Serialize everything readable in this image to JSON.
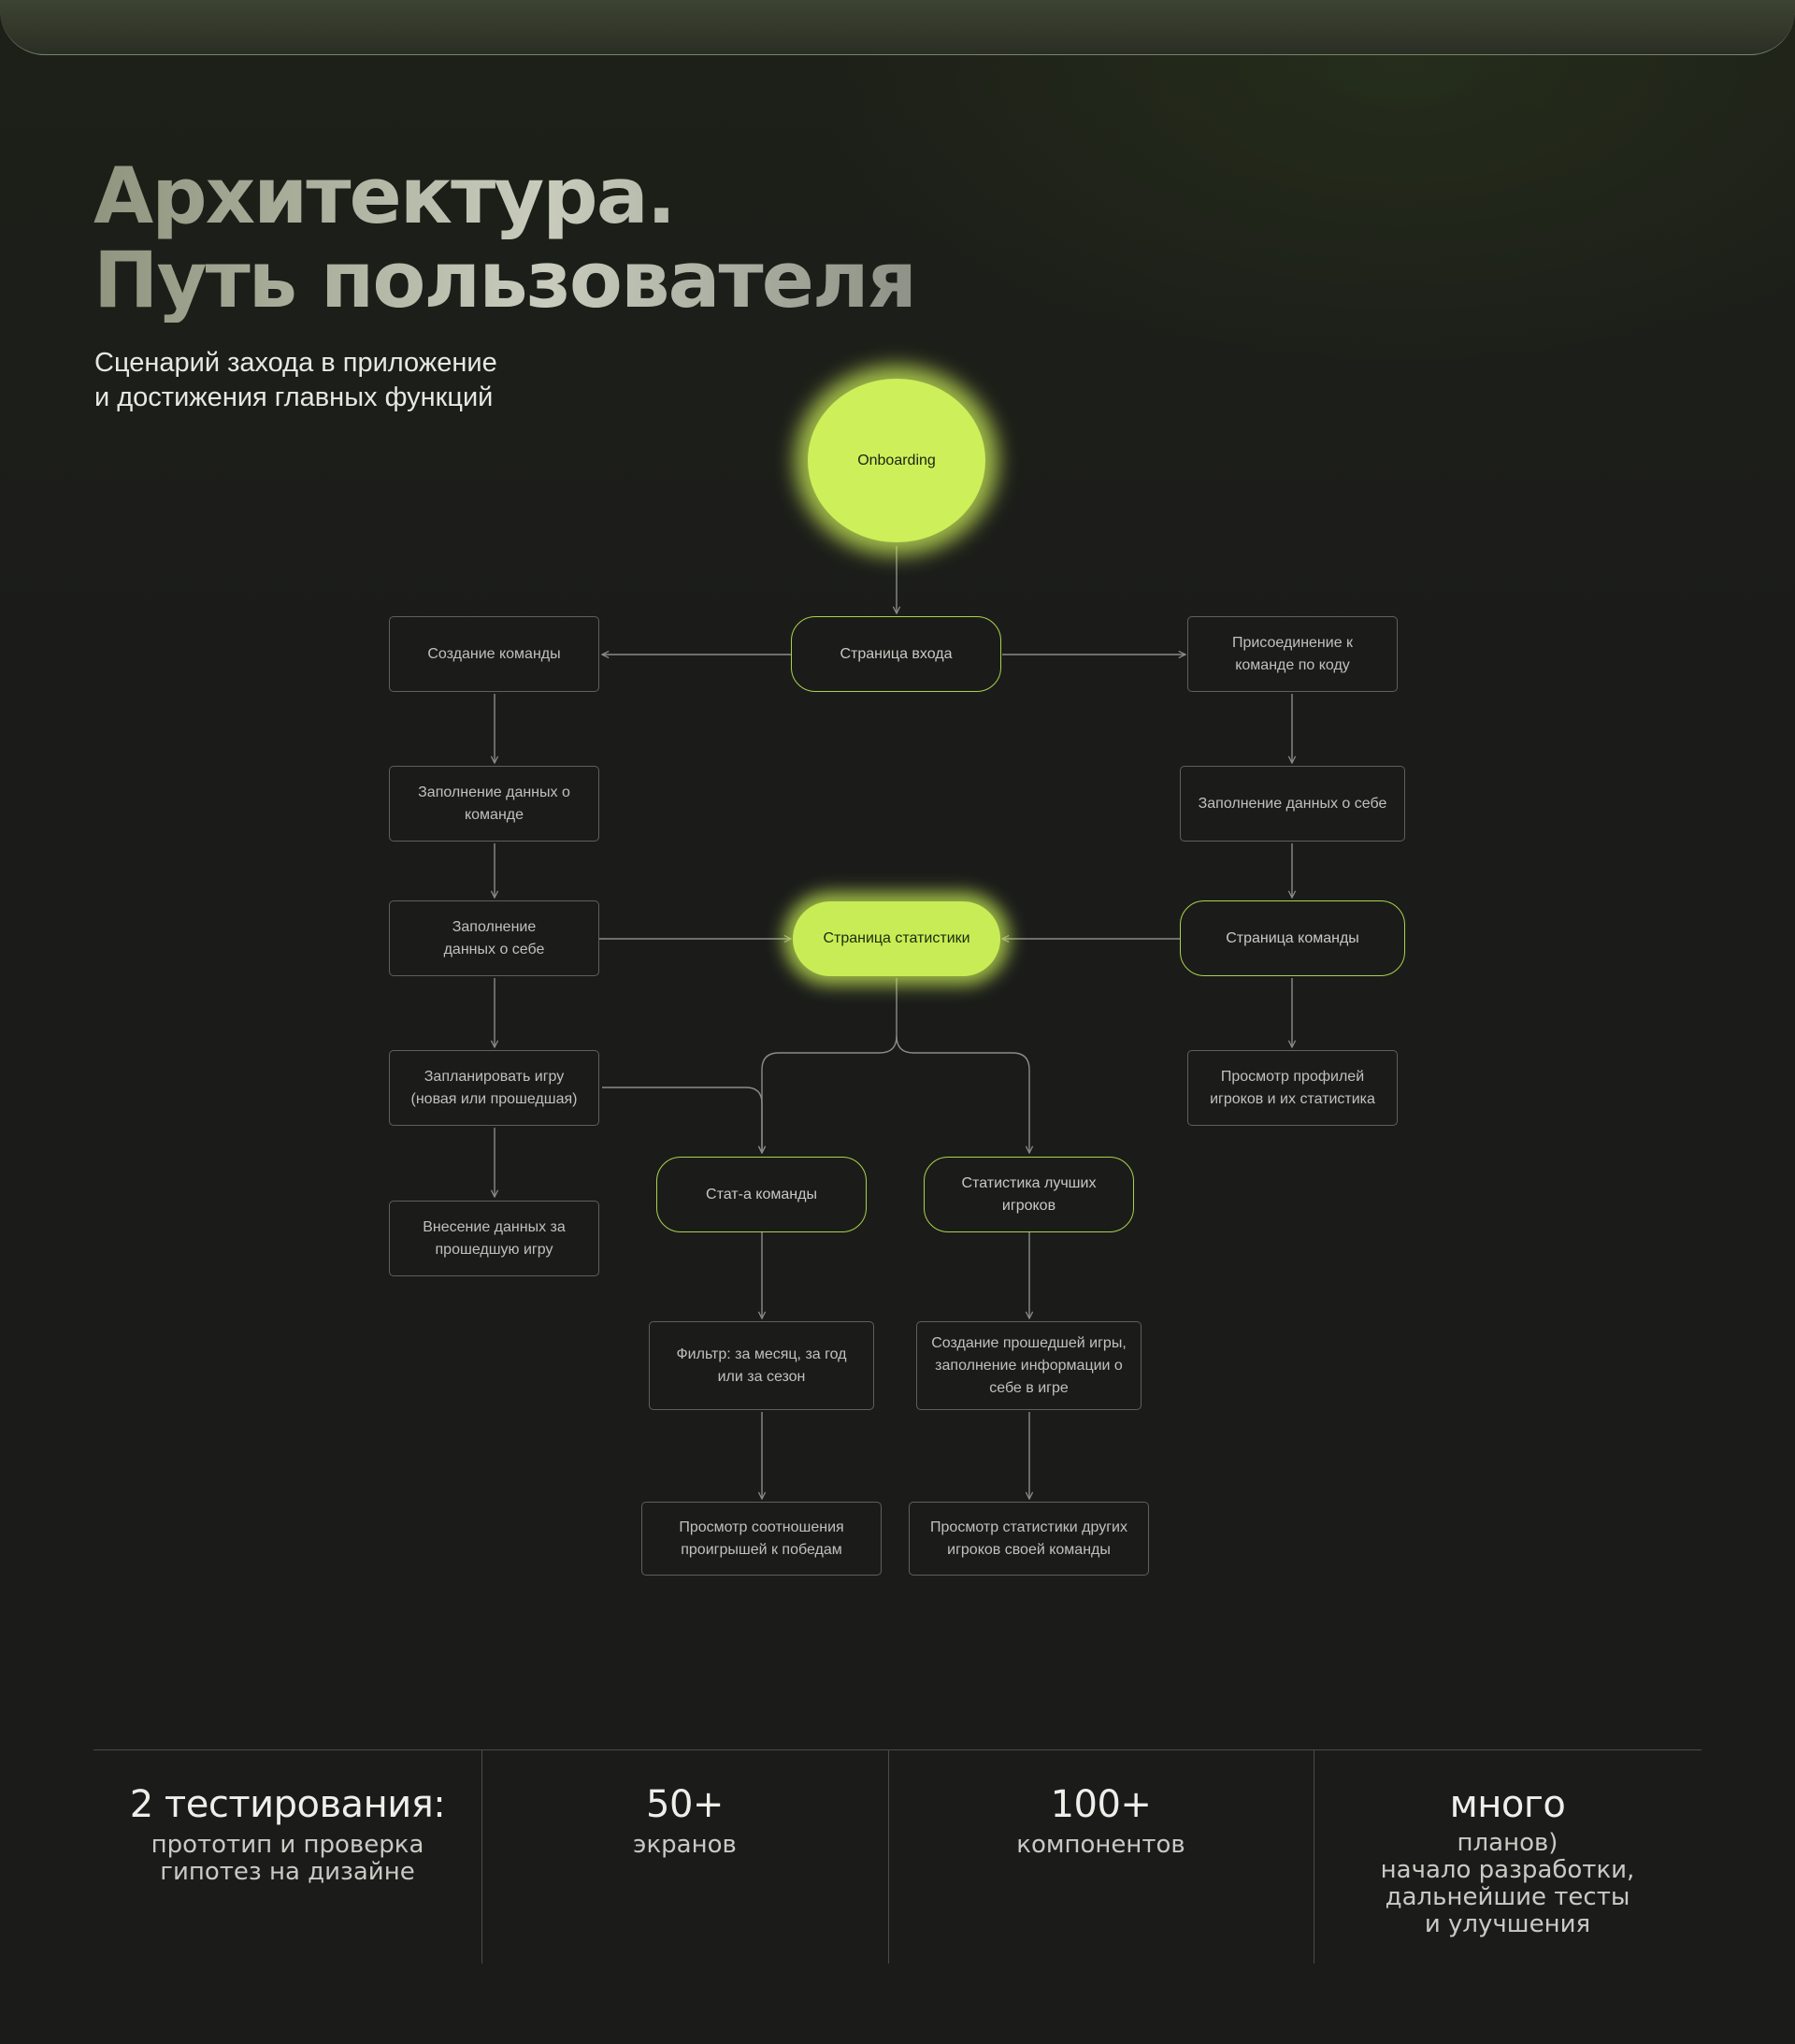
{
  "heading": {
    "line1": "Архитектура.",
    "line2": "Путь пользователя"
  },
  "subheading": {
    "line1": "Сценарий захода в приложение",
    "line2": "и достижения главных функций"
  },
  "diagram": {
    "nodes": {
      "onboarding": "Onboarding",
      "login": "Страница входа",
      "create_team": "Создание команды",
      "join_by_code": "Присоединение к команде по коду",
      "fill_team_data": "Заполнение данных о команде",
      "fill_self_data_left": "Заполнение данных о себе",
      "fill_self_data_right": "Заполнение данных о себе",
      "stats_page": "Страница статистики",
      "team_page": "Страница команды",
      "plan_game": "Запланировать игру (новая или прошедшая)",
      "view_profiles": "Просмотр профилей игроков и их статистика",
      "enter_past_game": "Внесение данных за прошедшую игру",
      "team_stats": "Стат-а команды",
      "best_players": "Статистика лучших игроков",
      "filter": "Фильтр: за месяц, за год или за сезон",
      "create_past_game": "Создание прошедшей игры, заполнение информации о себе в игре",
      "win_loss_ratio": "Просмотр соотношения проигрышей к победам",
      "other_players_stats": "Просмотр статистики других игроков своей команды"
    },
    "colors": {
      "accent": "#c8ec55",
      "accent_border": "#a9d24c",
      "node_border": "#5e605c",
      "connector": "#8a8c87"
    }
  },
  "stats": [
    {
      "big": "2 тестирования:",
      "small": [
        "прототип и проверка",
        "гипотез на дизайне"
      ]
    },
    {
      "big": "50+",
      "small": [
        "экранов"
      ]
    },
    {
      "big": "100+",
      "small": [
        "компонентов"
      ]
    },
    {
      "big": "много",
      "small": [
        "планов)",
        "начало разработки,",
        "дальнейшие тесты",
        "и улучшения"
      ]
    }
  ]
}
